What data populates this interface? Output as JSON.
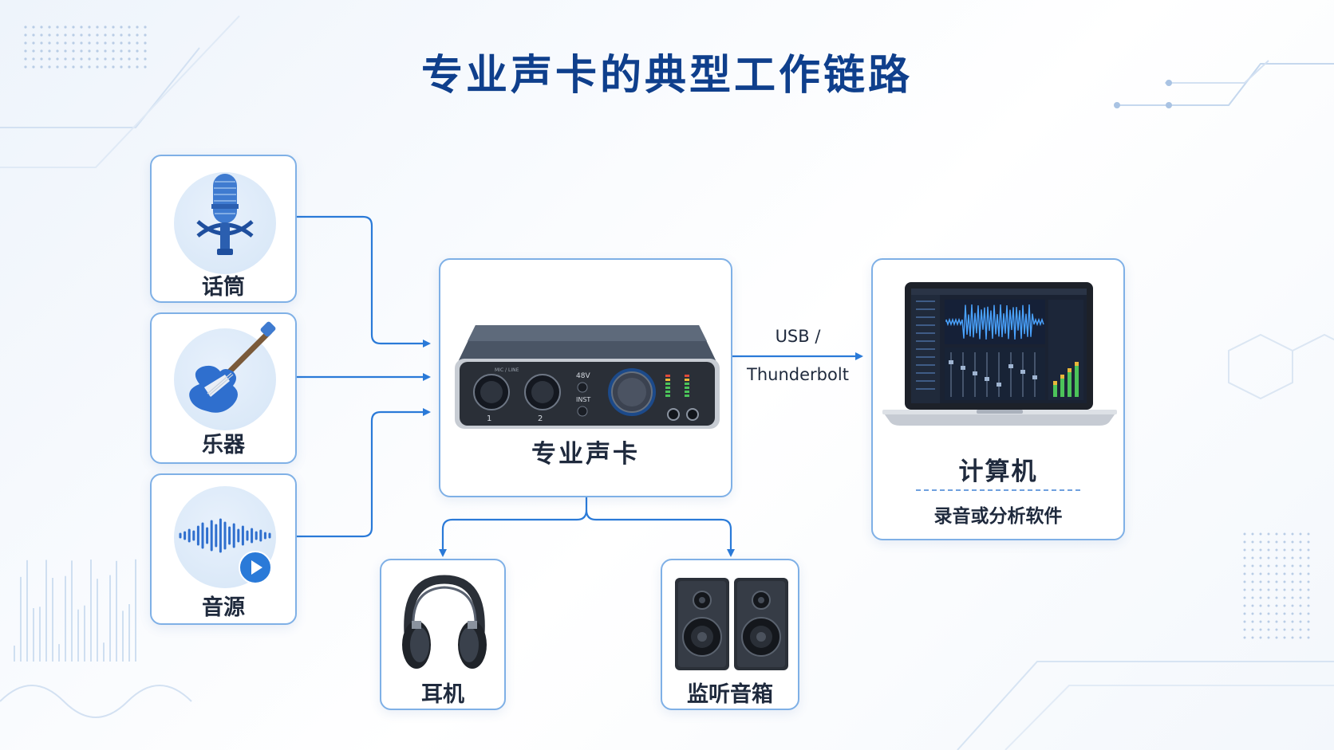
{
  "title": "专业声卡的典型工作链路",
  "inputs": [
    {
      "label": "话筒",
      "icon": "microphone-icon"
    },
    {
      "label": "乐器",
      "icon": "electric-guitar-icon"
    },
    {
      "label": "音源",
      "icon": "audio-source-waveform-icon"
    }
  ],
  "interface": {
    "label": "专业声卡",
    "icon": "audio-interface-icon",
    "front_labels": [
      "48V",
      "INST",
      "1",
      "2"
    ]
  },
  "connection": {
    "line1": "USB /",
    "line2": "Thunderbolt"
  },
  "computer": {
    "label": "计算机",
    "sublabel": "录音或分析软件",
    "icon": "laptop-icon"
  },
  "outputs": [
    {
      "label": "耳机",
      "icon": "headphones-icon"
    },
    {
      "label": "监听音箱",
      "icon": "monitor-speakers-icon"
    }
  ],
  "colors": {
    "title": "#0f3f8c",
    "arrow": "#2a7ad8",
    "card_border": "#7fb0e6"
  }
}
